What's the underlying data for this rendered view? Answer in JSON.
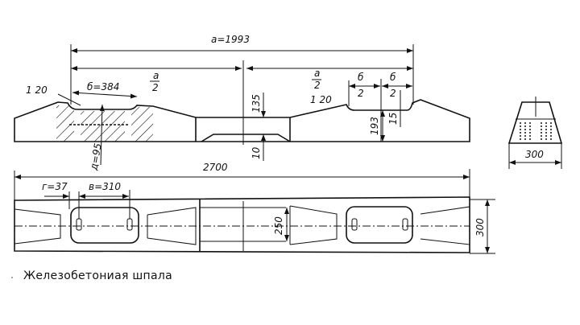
{
  "side_view": {
    "dim_a": "а=1993",
    "dim_a_half": "а",
    "dim_a_half_den": "2",
    "dim_a_half_r": "а",
    "dim_a_half_r_den": "2",
    "dim_b": "б=384",
    "dim_b_half_l": "б",
    "dim_b_half_l_den": "2",
    "dim_b_half_r": "б",
    "dim_b_half_r_den": "2",
    "slope_left": "1 20",
    "slope_right": "1 20",
    "dim_d": "д=95",
    "dim_135": "135",
    "dim_10": "10",
    "dim_193": "193",
    "dim_15": "15"
  },
  "section": {
    "dim_width": "300"
  },
  "plan_view": {
    "dim_length": "2700",
    "dim_g": "г=37",
    "dim_v": "в=310",
    "dim_250": "250",
    "dim_300": "300"
  },
  "caption": "Железобетониая шпала"
}
